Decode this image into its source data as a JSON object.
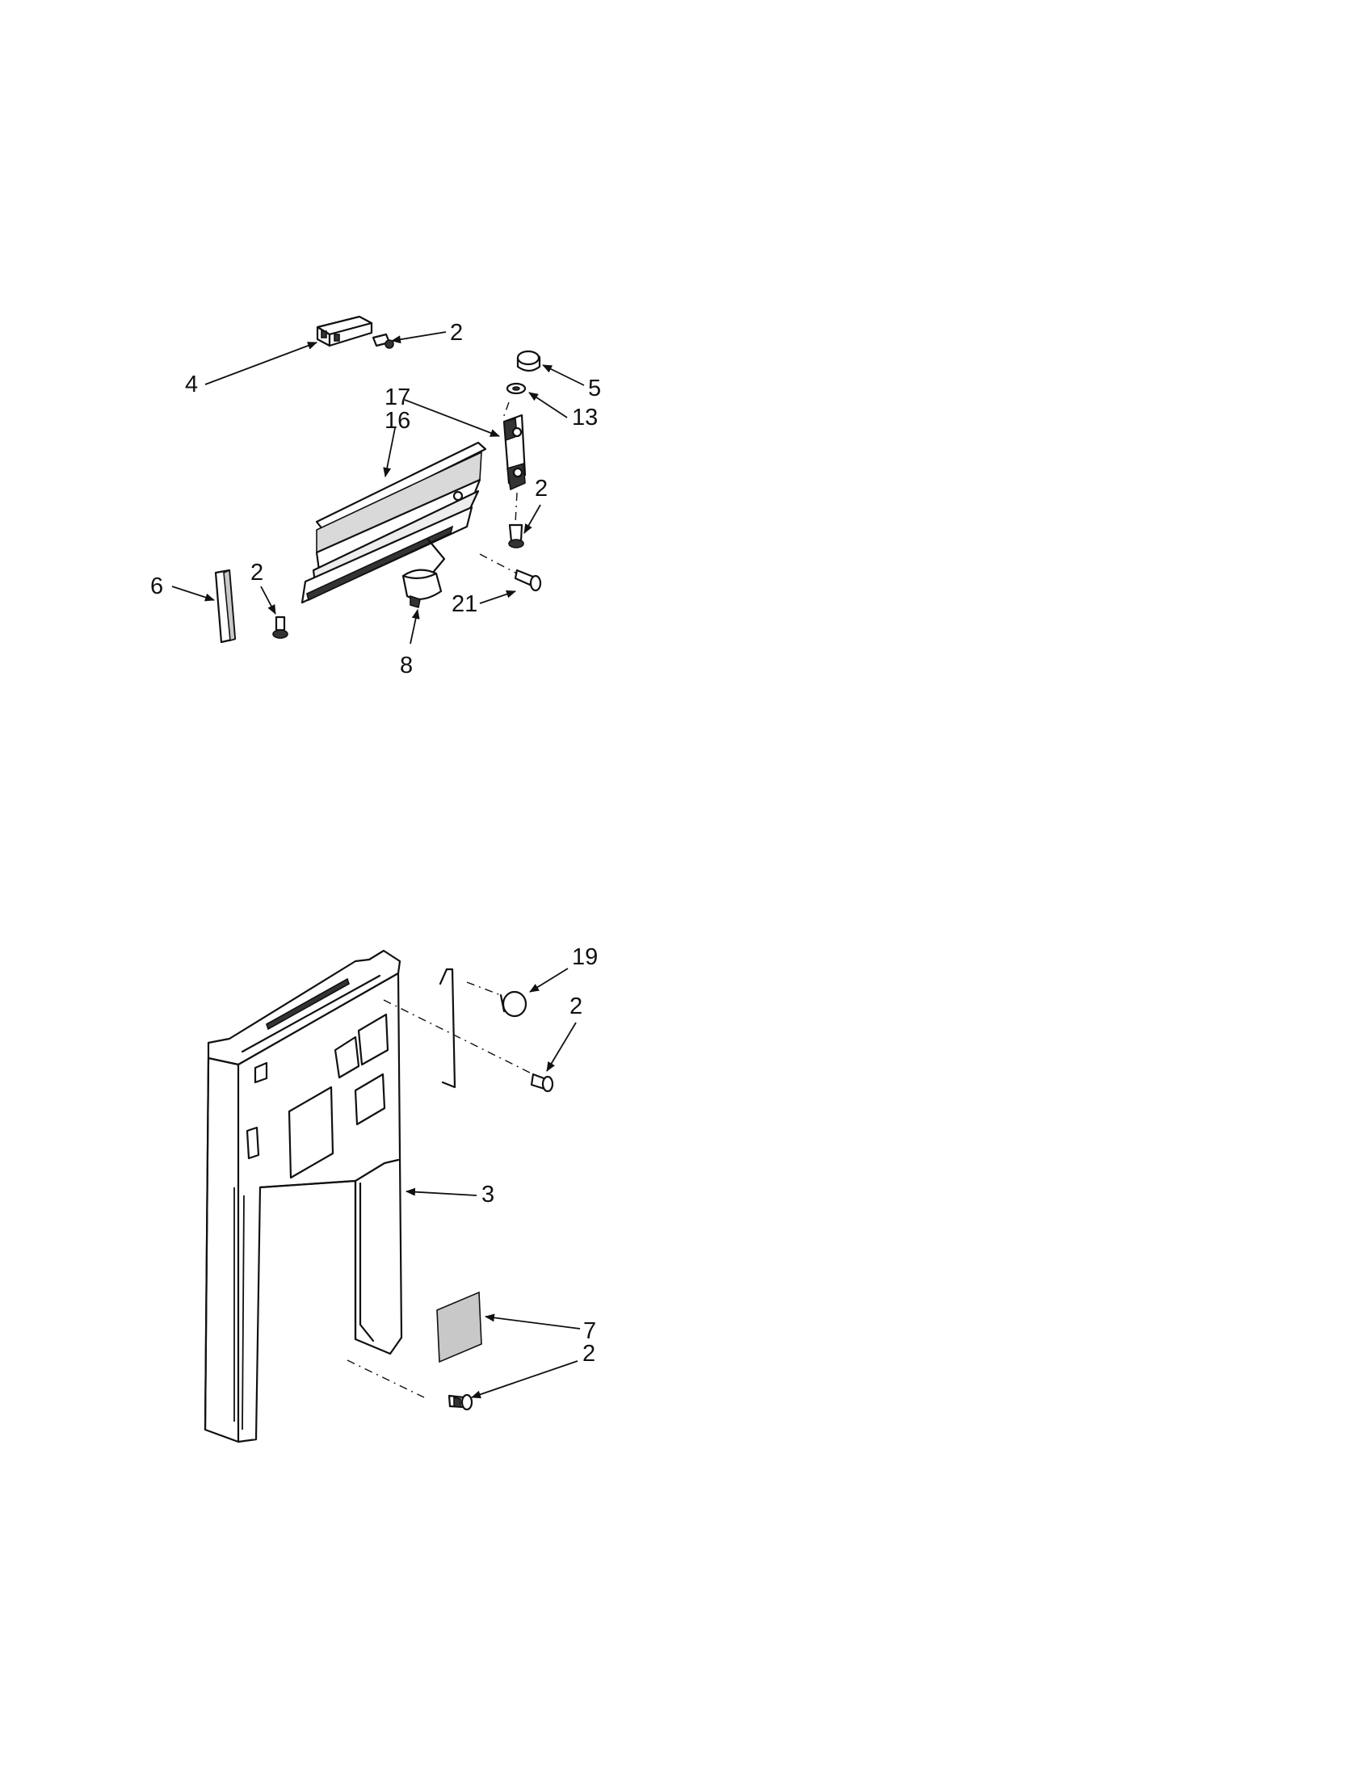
{
  "callouts": {
    "top": {
      "c4": "4",
      "c2a": "2",
      "c5": "5",
      "c17": "17",
      "c16": "16",
      "c13": "13",
      "c2b": "2",
      "c6": "6",
      "c2c": "2",
      "c21": "21",
      "c8": "8"
    },
    "bottom": {
      "c19": "19",
      "c2d": "2",
      "c3": "3",
      "c7": "7",
      "c2e": "2"
    }
  }
}
